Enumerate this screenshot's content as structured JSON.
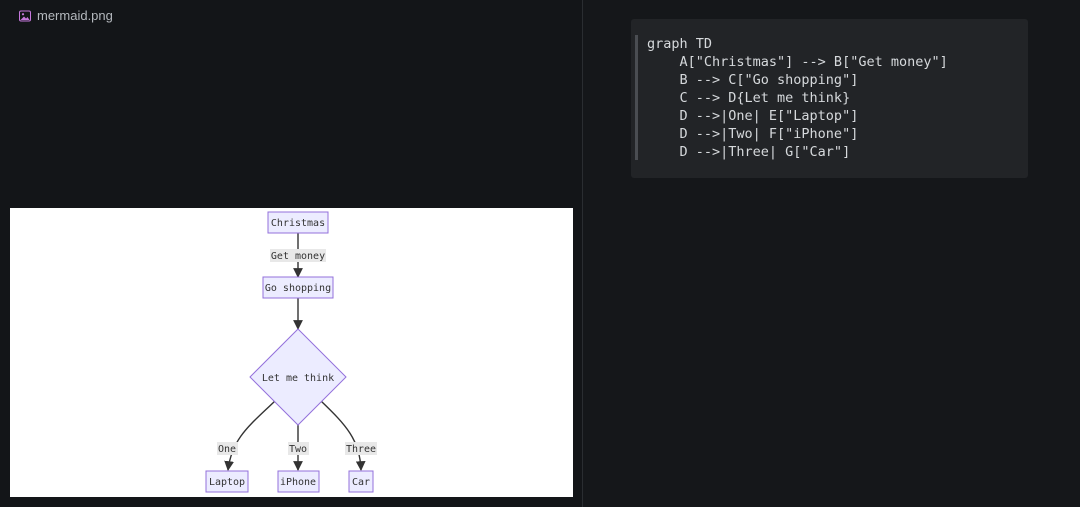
{
  "file_header": {
    "icon": "image-file-icon",
    "name": "mermaid.png"
  },
  "diagram": {
    "nodes": {
      "A": "Christmas",
      "B": "Go shopping",
      "C": "Let me think",
      "D": "Laptop",
      "E": "iPhone",
      "F": "Car"
    },
    "edges": {
      "A_B": "Get money",
      "C_D": "One",
      "C_E": "Two",
      "C_F": "Three"
    }
  },
  "code": {
    "lines": [
      "graph TD",
      "    A[\"Christmas\"] --> B[\"Get money\"]",
      "    B --> C[\"Go shopping\"]",
      "    C --> D{Let me think}",
      "    D -->|One| E[\"Laptop\"]",
      "    D -->|Two| F[\"iPhone\"]",
      "    D -->|Three| G[\"Car\"]"
    ]
  },
  "colors": {
    "background": "#131518",
    "node_fill": "#ececff",
    "node_stroke": "#9370db",
    "edge": "#333333",
    "code_text": "#d6d9dc"
  }
}
